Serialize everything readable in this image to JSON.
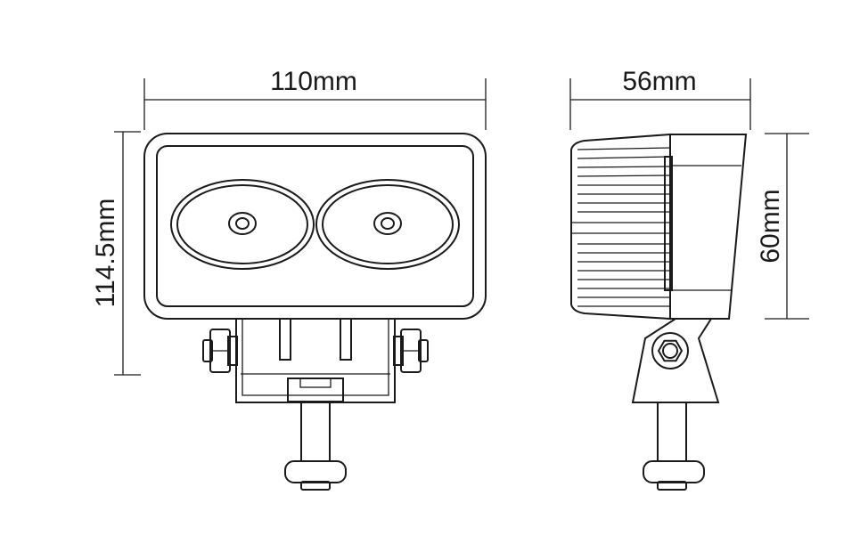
{
  "dimensions": {
    "front_width": "110mm",
    "front_height": "114.5mm",
    "side_depth": "56mm",
    "side_height": "60mm"
  },
  "colors": {
    "line": "#1a1a1a",
    "background": "#ffffff"
  }
}
